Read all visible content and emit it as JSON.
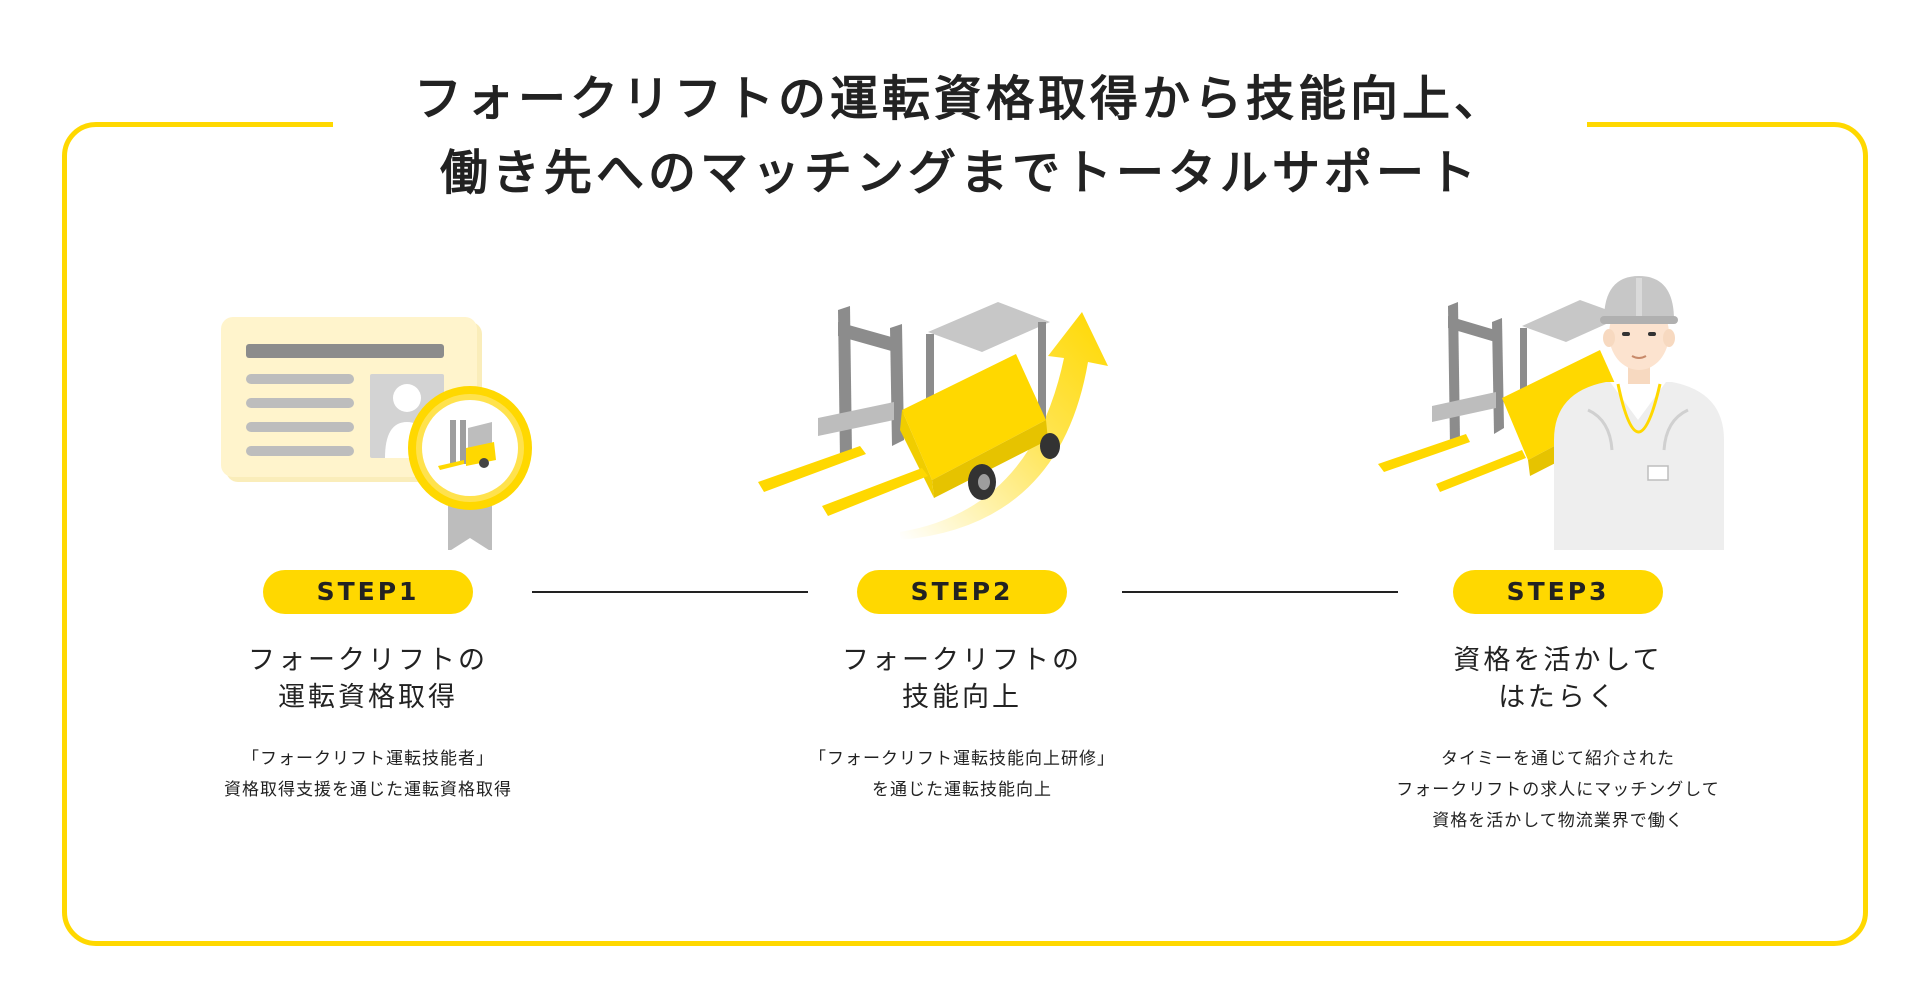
{
  "title": {
    "line1": "フォークリフトの運転資格取得から技能向上、",
    "line2": "働き先へのマッチングまでトータルサポート"
  },
  "colors": {
    "accent": "#FFD800",
    "text": "#222222",
    "gray": "#8C8C8C"
  },
  "steps": [
    {
      "badge": "STEP1",
      "heading": [
        "フォークリフトの",
        "運転資格取得"
      ],
      "desc": [
        "「フォークリフト運転技能者」",
        "資格取得支援を通じた運転資格取得"
      ],
      "icon": "license-card-with-medal-icon"
    },
    {
      "badge": "STEP2",
      "heading": [
        "フォークリフトの",
        "技能向上"
      ],
      "desc": [
        "「フォークリフト運転技能向上研修」",
        "を通じた運転技能向上"
      ],
      "icon": "forklift-with-up-arrow-icon"
    },
    {
      "badge": "STEP3",
      "heading": [
        "資格を活かして",
        "はたらく"
      ],
      "desc": [
        "タイミーを通じて紹介された",
        "フォークリフトの求人にマッチングして",
        "資格を活かして物流業界で働く"
      ],
      "icon": "forklift-with-worker-icon"
    }
  ]
}
